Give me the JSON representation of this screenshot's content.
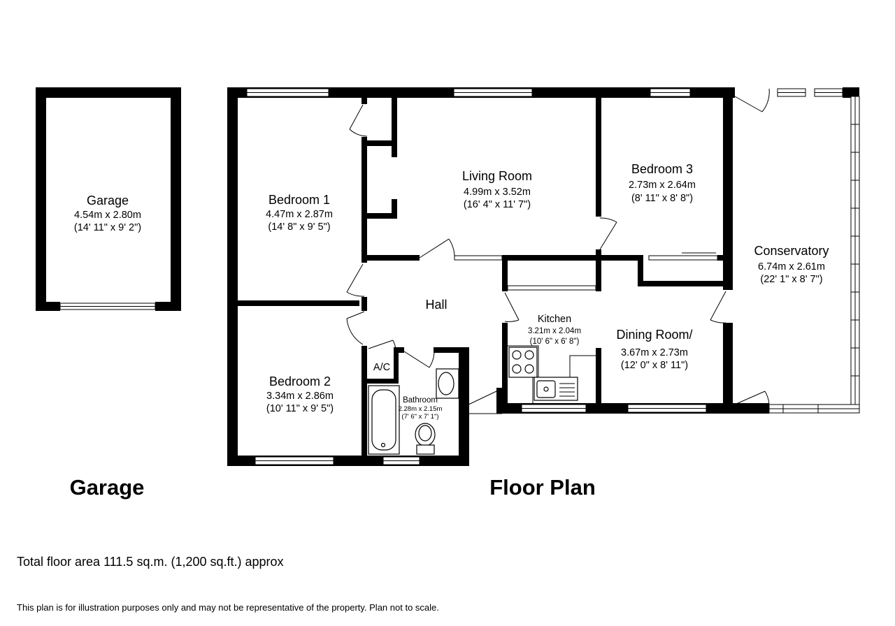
{
  "rooms": {
    "garage": {
      "name": "Garage",
      "dim_m": "4.54m x 2.80m",
      "dim_ft": "(14' 11\" x 9' 2\")"
    },
    "bedroom1": {
      "name": "Bedroom 1",
      "dim_m": "4.47m x 2.87m",
      "dim_ft": "(14' 8\" x 9' 5\")"
    },
    "living_room": {
      "name": "Living Room",
      "dim_m": "4.99m x 3.52m",
      "dim_ft": "(16' 4\" x 11' 7\")"
    },
    "bedroom3": {
      "name": "Bedroom 3",
      "dim_m": "2.73m x 2.64m",
      "dim_ft": "(8' 11\" x 8' 8\")"
    },
    "conservatory": {
      "name": "Conservatory",
      "dim_m": "6.74m x 2.61m",
      "dim_ft": "(22' 1\" x 8' 7\")"
    },
    "hall": {
      "name": "Hall"
    },
    "kitchen": {
      "name": "Kitchen",
      "dim_m": "3.21m x 2.04m",
      "dim_ft": "(10' 6\" x 6' 8\")"
    },
    "dining_room": {
      "name": "Dining Room/",
      "dim_m": "3.67m x 2.73m",
      "dim_ft": "(12' 0\" x 8' 11\")"
    },
    "bedroom2": {
      "name": "Bedroom 2",
      "dim_m": "3.34m x 2.86m",
      "dim_ft": "(10' 11\" x 9' 5\")"
    },
    "bathroom": {
      "name": "Bathroom",
      "dim_m": "2.28m x 2.15m",
      "dim_ft": "(7' 6\" x 7' 1\")"
    },
    "ac": {
      "name": "A/C"
    }
  },
  "headings": {
    "garage": "Garage",
    "floor_plan": "Floor Plan"
  },
  "footer": {
    "total_area": "Total floor area 111.5 sq.m. (1,200 sq.ft.) approx",
    "disclaimer": "This plan is for illustration purposes only and may not be representative of the property. Plan not to scale."
  }
}
